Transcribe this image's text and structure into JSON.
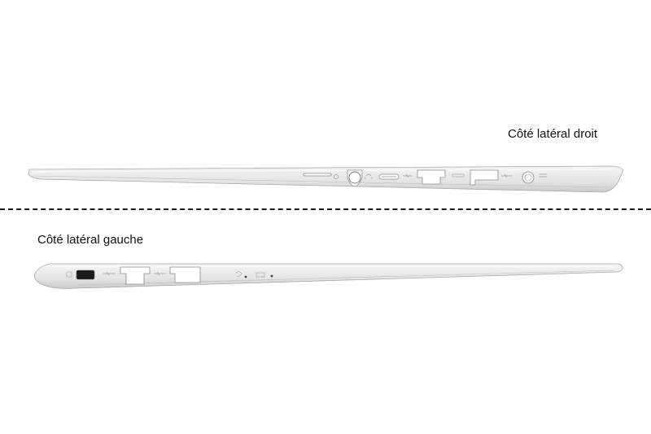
{
  "captions": {
    "right_side": "Côté latéral droit",
    "left_side": "Côté latéral gauche"
  },
  "colors": {
    "body_top": "#f4f4f4",
    "body_bottom": "#cfcfcf",
    "body_edge": "#a8a8a8",
    "port_fill": "#ffffff",
    "port_dark": "#1c1c1c",
    "icon_gray": "#9a9a9a",
    "divider": "#1a1a1a"
  },
  "right_side_ports": [
    {
      "name": "sd-card-slot",
      "icon": "sd-card-icon"
    },
    {
      "name": "headset-jack",
      "icon": "headset-icon"
    },
    {
      "name": "usb-c-port",
      "icon": "usb-c-icon"
    },
    {
      "name": "usb3-port",
      "icon": "usb-icon"
    },
    {
      "name": "hdmi-port",
      "icon": "hdmi-icon"
    },
    {
      "name": "usb3-port-2",
      "icon": "usb-icon"
    },
    {
      "name": "power-jack",
      "icon": "power-icon"
    }
  ],
  "left_side_ports": [
    {
      "name": "security-lock-slot",
      "icon": "lock-icon"
    },
    {
      "name": "usb-port",
      "icon": "usb-icon"
    },
    {
      "name": "usb-port-2",
      "icon": "usb-icon"
    },
    {
      "name": "power-led",
      "icon": "power-led-icon"
    },
    {
      "name": "battery-led",
      "icon": "battery-icon"
    }
  ]
}
